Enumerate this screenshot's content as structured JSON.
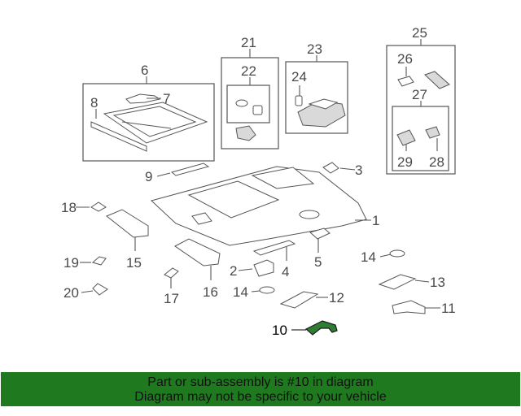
{
  "diagram": {
    "callouts": {
      "c1": "1",
      "c2": "2",
      "c3": "3",
      "c4": "4",
      "c5": "5",
      "c6": "6",
      "c7": "7",
      "c8": "8",
      "c9": "9",
      "c10": "10",
      "c11": "11",
      "c12": "12",
      "c13": "13",
      "c14a": "14",
      "c14b": "14",
      "c15": "15",
      "c16": "16",
      "c17": "17",
      "c18": "18",
      "c19": "19",
      "c20": "20",
      "c21": "21",
      "c22": "22",
      "c23": "23",
      "c24": "24",
      "c25": "25",
      "c26": "26",
      "c27": "27",
      "c28": "28",
      "c29": "29"
    },
    "highlighted_part": "10",
    "highlight_color": "#2e7d32"
  },
  "banner": {
    "line1": "Part or sub-assembly is #10 in diagram",
    "line2": "Diagram may not be specific to your vehicle",
    "background": "#1f7a1f"
  }
}
